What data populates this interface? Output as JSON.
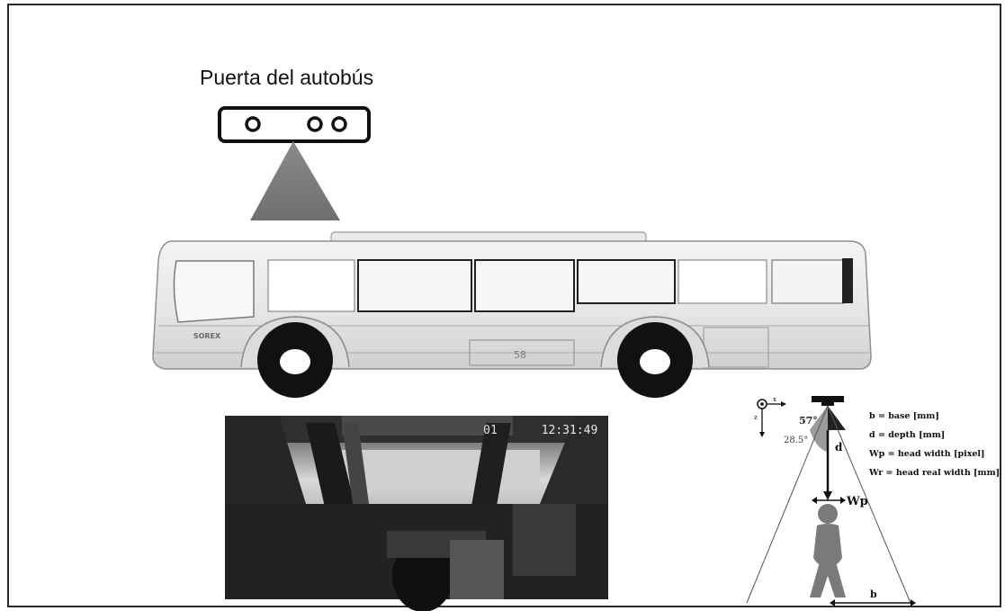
{
  "figure": {
    "door_label": "Puerta del autobús",
    "camera_frame": {
      "timestamp": "12:31:49",
      "date_fragment": "01"
    },
    "bus_plate": "58",
    "bus_logo": "SOREX",
    "geometry": {
      "angle_full": "57°",
      "angle_half": "28.5°",
      "depth_symbol": "d",
      "width_symbol": "Wp",
      "base_symbol": "b",
      "axis_x": "x",
      "axis_z": "z"
    },
    "legend": [
      "b = base [mm]",
      "d = depth [mm]",
      "Wp = head width [pixel]",
      "Wr = head real width [mm]"
    ]
  }
}
